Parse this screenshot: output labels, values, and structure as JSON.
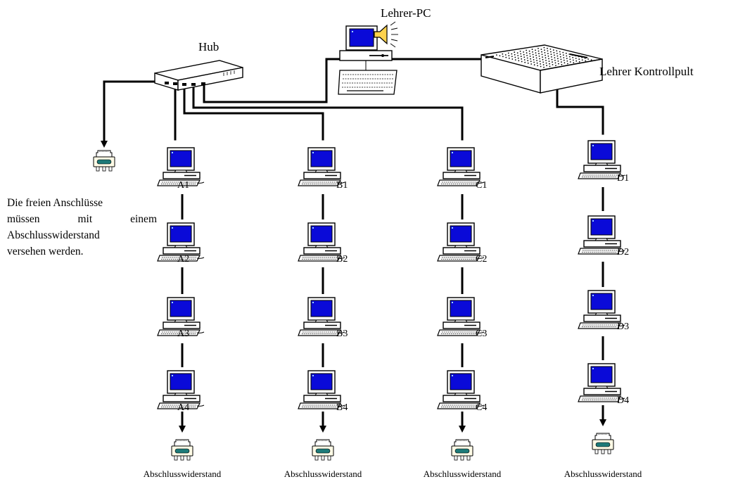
{
  "labels": {
    "hub": "Hub",
    "teacher_pc": "Lehrer-PC",
    "control_panel": "Lehrer Kontrollpult",
    "note_lines": [
      "Die freien Anschlüsse",
      "müssen mit einem",
      "Abschlusswiderstand",
      "versehen werden."
    ]
  },
  "columns": [
    {
      "id": "A",
      "computers": [
        "A1",
        "A2",
        "A3",
        "A4"
      ],
      "terminator_label": "Abschlusswiderstand"
    },
    {
      "id": "B",
      "computers": [
        "B1",
        "B2",
        "B3",
        "B4"
      ],
      "terminator_label": "Abschlusswiderstand"
    },
    {
      "id": "C",
      "computers": [
        "C1",
        "C2",
        "C3",
        "C4"
      ],
      "terminator_label": "Abschlusswiderstand"
    },
    {
      "id": "D",
      "computers": [
        "D1",
        "D2",
        "D3",
        "D4"
      ],
      "terminator_label": "Abschlusswiderstand"
    }
  ],
  "colors": {
    "screen": "#0a0ad8",
    "terminator_band": "#1e7a78",
    "line": "#000000"
  }
}
